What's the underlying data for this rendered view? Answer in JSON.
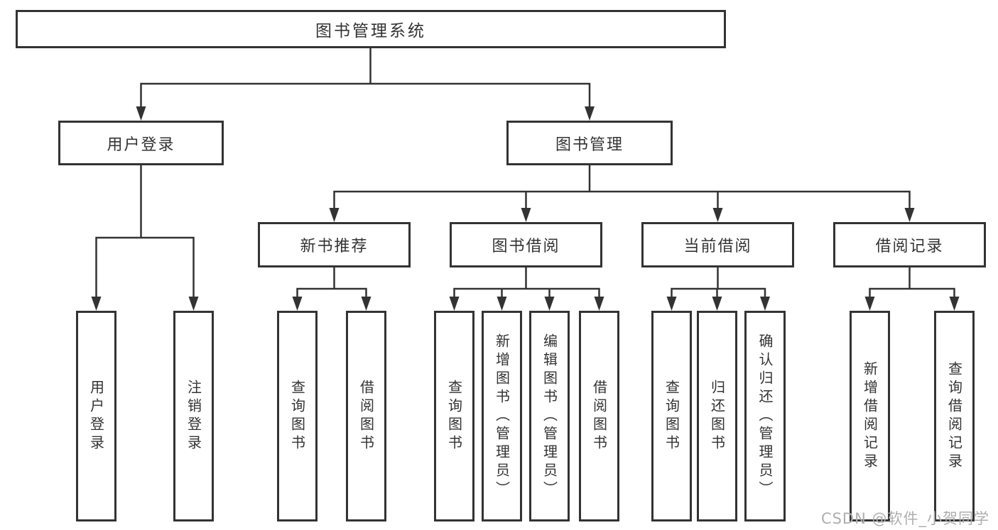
{
  "diagram": {
    "root": {
      "label": "图书管理系统"
    },
    "branches": [
      {
        "label": "用户登录",
        "children": [
          {
            "label": "用户登录"
          },
          {
            "label": "注销登录"
          }
        ]
      },
      {
        "label": "图书管理",
        "children": [
          {
            "label": "新书推荐",
            "children": [
              {
                "label": "查询图书"
              },
              {
                "label": "借阅图书"
              }
            ]
          },
          {
            "label": "图书借阅",
            "children": [
              {
                "label": "查询图书"
              },
              {
                "label": "新增图书（管理员）"
              },
              {
                "label": "编辑图书（管理员）"
              },
              {
                "label": "借阅图书"
              }
            ]
          },
          {
            "label": "当前借阅",
            "children": [
              {
                "label": "查询图书"
              },
              {
                "label": "归还图书"
              },
              {
                "label": "确认归还（管理员）"
              }
            ]
          },
          {
            "label": "借阅记录",
            "children": [
              {
                "label": "新增借阅记录"
              },
              {
                "label": "查询借阅记录"
              }
            ]
          }
        ]
      }
    ]
  },
  "watermark": {
    "text": "CSDN @软件_小贺同学"
  },
  "colors": {
    "line": "#333333",
    "box_border": "#333333",
    "text": "#333333",
    "watermark": "#aeaeae",
    "background": "#ffffff"
  }
}
